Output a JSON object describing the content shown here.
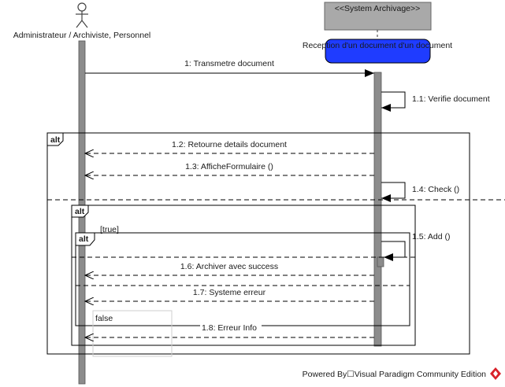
{
  "actor": {
    "name": "Administrateur / Archiviste, Personnel"
  },
  "system": {
    "name": "<<System Archivage>>"
  },
  "note": {
    "text": "Reception d'un document d'un document"
  },
  "messages": {
    "m1": "1: Transmetre document",
    "m1_1": "1.1: Verifie document",
    "m1_2": "1.2: Retourne details document",
    "m1_3": "1.3: AfficheFormulaire ()",
    "m1_4": "1.4: Check ()",
    "m1_5": "1.5:  Add ()",
    "m1_6": "1.6: Archiver avec success",
    "m1_7": "1.7: Systeme erreur",
    "m1_8": "1.8: Erreur Info"
  },
  "fragments": {
    "outer_alt": "alt",
    "middle_alt": "alt",
    "inner_alt": "alt",
    "guard_true": "[true]",
    "false_label": "false"
  },
  "footer": {
    "text": "Powered By☐Visual Paradigm Community Edition"
  },
  "colors": {
    "system_box": "#a9a9a9",
    "note_fill": "#1f3cff",
    "activation": "#8c8c8c",
    "logo": "#d9222a"
  }
}
